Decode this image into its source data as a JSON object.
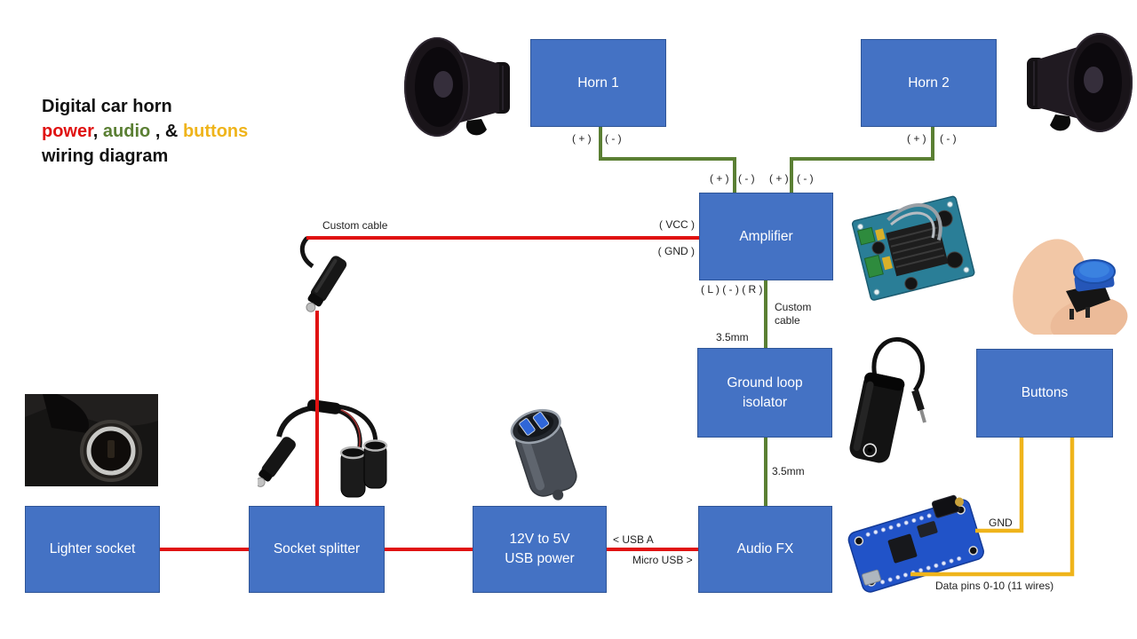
{
  "colors": {
    "box_fill": "#4472C4",
    "box_border": "#2F5597",
    "box_text": "#FFFFFF",
    "power": "#E01212",
    "audio": "#5A7F33",
    "buttons": "#EFB41B",
    "label_text": "#222222"
  },
  "title": {
    "line1": "Digital car horn",
    "power": "power",
    "sep1": ", ",
    "audio": "audio",
    "sep2": " , & ",
    "buttons": "buttons",
    "line3": "wiring diagram"
  },
  "nodes": {
    "horn1": {
      "label": "Horn 1"
    },
    "horn2": {
      "label": "Horn 2"
    },
    "amplifier": {
      "label": "Amplifier"
    },
    "ground_loop_isolator": {
      "line1": "Ground loop",
      "line2": "isolator"
    },
    "buttons": {
      "label": "Buttons"
    },
    "audio_fx": {
      "label": "Audio FX"
    },
    "usb_power": {
      "line1": "12V to 5V",
      "line2": "USB power"
    },
    "socket_splitter": {
      "label": "Socket splitter"
    },
    "lighter_socket": {
      "label": "Lighter socket"
    }
  },
  "labels": {
    "horn1_pos": "( + )",
    "horn1_neg": "( - )",
    "horn2_pos": "( + )",
    "horn2_neg": "( - )",
    "amp_in_left_pos": "( + )",
    "amp_in_left_neg": "( - )",
    "amp_in_right_pos": "( + )",
    "amp_in_right_neg": "( - )",
    "amp_vcc": "( VCC )",
    "amp_gnd": "( GND )",
    "amp_out": "( L ) ( - ) ( R )",
    "custom_cable_power": "Custom cable",
    "custom_cable_audio": "Custom cable",
    "jack_35mm_top": "3.5mm",
    "jack_35mm_bottom": "3.5mm",
    "usb_a": "< USB A",
    "micro_usb": "Micro USB >",
    "gnd": "GND",
    "data_pins": "Data pins 0-10 (11 wires)"
  }
}
